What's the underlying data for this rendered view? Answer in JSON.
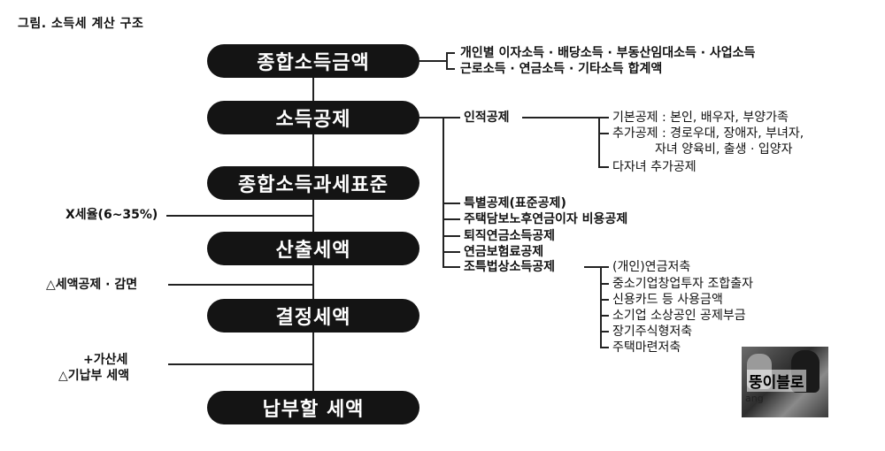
{
  "title": "그림. 소득세 계산 구조",
  "steps": [
    "종합소득금액",
    "소득공제",
    "종합소득과세표준",
    "산출세액",
    "결정세액",
    "납부할 세액"
  ],
  "income_sources": [
    "개인별 이자소득 · 배당소득 · 부동산임대소득 · 사업소득",
    "근로소득 · 연금소득 · 기타소득 합계액"
  ],
  "deductions": {
    "personal": {
      "label": "인적공제",
      "items": [
        "기본공제 : 본인, 배우자, 부양가족",
        "추가공제 : 경로우대, 장애자, 부녀자,",
        "자녀 양육비, 출생 · 입양자",
        "다자녀 추가공제"
      ]
    },
    "others": [
      "특별공제(표준공제)",
      "주택담보노후연금이자 비용공제",
      "퇴직연금소득공제",
      "연금보험료공제"
    ],
    "special_tax_law": {
      "label": "조특법상소득공제",
      "items": [
        "(개인)연금저축",
        "중소기업창업투자 조합출자",
        "신용카드 등 사용금액",
        "소기업 소상공인 공제부금",
        "장기주식형저축",
        "주택마련저축"
      ]
    }
  },
  "side_labels": {
    "tax_rate": "X세율(6~35%)",
    "tax_credit": "△세액공제 · 감면",
    "additional_tax": "+가산세",
    "prepaid_tax": "△기납부 세액"
  },
  "watermark": {
    "text": "뚱이블로",
    "sub": "ang"
  }
}
